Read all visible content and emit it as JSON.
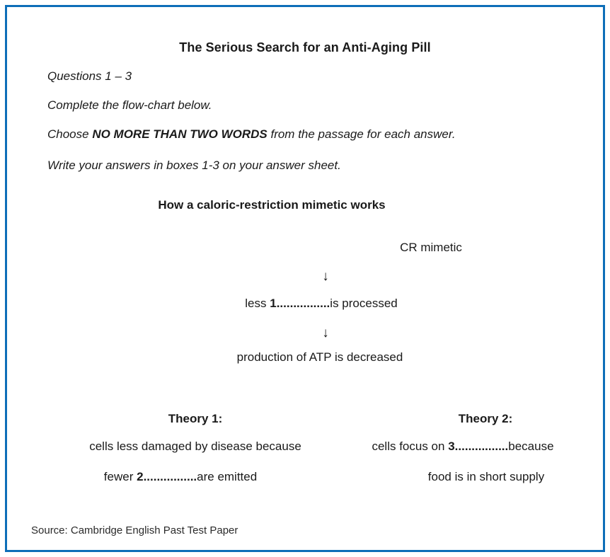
{
  "page": {
    "border_color": "#0d6eb8",
    "background": "#ffffff",
    "text_color": "#1a1a1a"
  },
  "document": {
    "title": "The Serious Search for an Anti-Aging Pill",
    "instructions": {
      "question_range": "Questions 1 – 3",
      "line_1": "Complete the flow-chart below.",
      "line_2_prefix": "Choose ",
      "line_2_emphasis": "NO MORE THAN TWO WORDS",
      "line_2_suffix": " from the passage for each answer.",
      "line_3": "Write your answers in boxes 1-3 on your answer sheet."
    }
  },
  "flowchart": {
    "heading": "How a caloric-restriction mimetic works",
    "nodes": [
      {
        "text": "CR mimetic"
      },
      {
        "text": "less 1................is processed",
        "blank_number": "1",
        "blank_dots": "................",
        "prefix": "less ",
        "suffix": "is processed"
      },
      {
        "text": "production of ATP is decreased"
      }
    ],
    "arrows": [
      {
        "glyph": "↓",
        "name": "down-arrow"
      },
      {
        "glyph": "↓",
        "name": "down-arrow"
      }
    ],
    "branches": [
      {
        "heading": "Theory 1:",
        "line_1": "cells less damaged by disease because",
        "line_2_prefix": "fewer ",
        "line_2_number": "2",
        "line_2_dots": "................",
        "line_2_suffix": "are emitted"
      },
      {
        "heading": "Theory 2:",
        "line_1_prefix": "cells focus on ",
        "line_1_number": "3",
        "line_1_dots": "................",
        "line_1_suffix": "because",
        "line_2": "food is in short supply"
      }
    ]
  },
  "footer": {
    "source": "Source: Cambridge English Past Test Paper"
  }
}
